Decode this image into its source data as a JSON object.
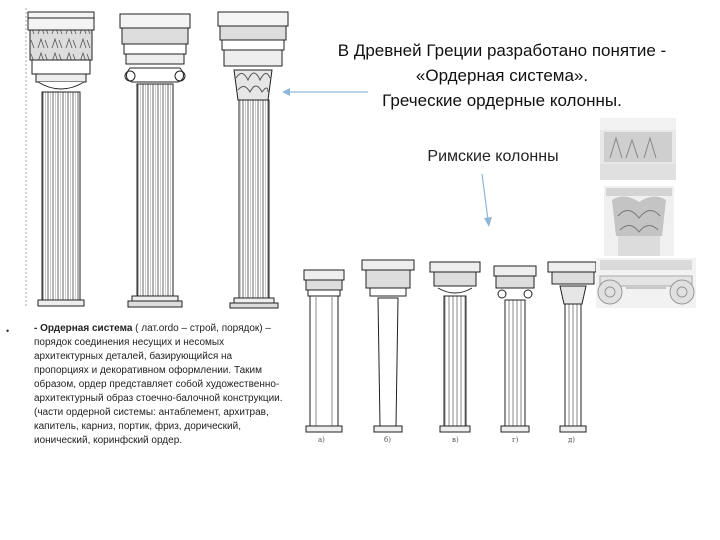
{
  "slide": {
    "title_lines": [
      "В Древней Греции разработано понятие  -",
      "«Ордерная система».",
      "Греческие ордерные колонны."
    ],
    "roman_label": "Римские колонны",
    "bullet_symbol": "•",
    "definition": {
      "lead": "- Ордерная система",
      "body": " ( лат.ordo – строй, порядок) –порядок соединения несущих и несомых архитектурных деталей, базирующийся на пропорциях и декоративном  оформлении. Таким образом, ордер представляет собой художественно-архитектурный образ стоечно-балочной конструкции. (части ордерной системы: антаблемент, архитрав, капитель, карниз, портик, фриз, дорический, ионический, коринфский ордер."
    },
    "roman_column_letters": [
      "а)",
      "б)",
      "в)",
      "г)",
      "д)"
    ]
  },
  "colors": {
    "arrow": "#8fb6d9",
    "line": "#222222"
  }
}
